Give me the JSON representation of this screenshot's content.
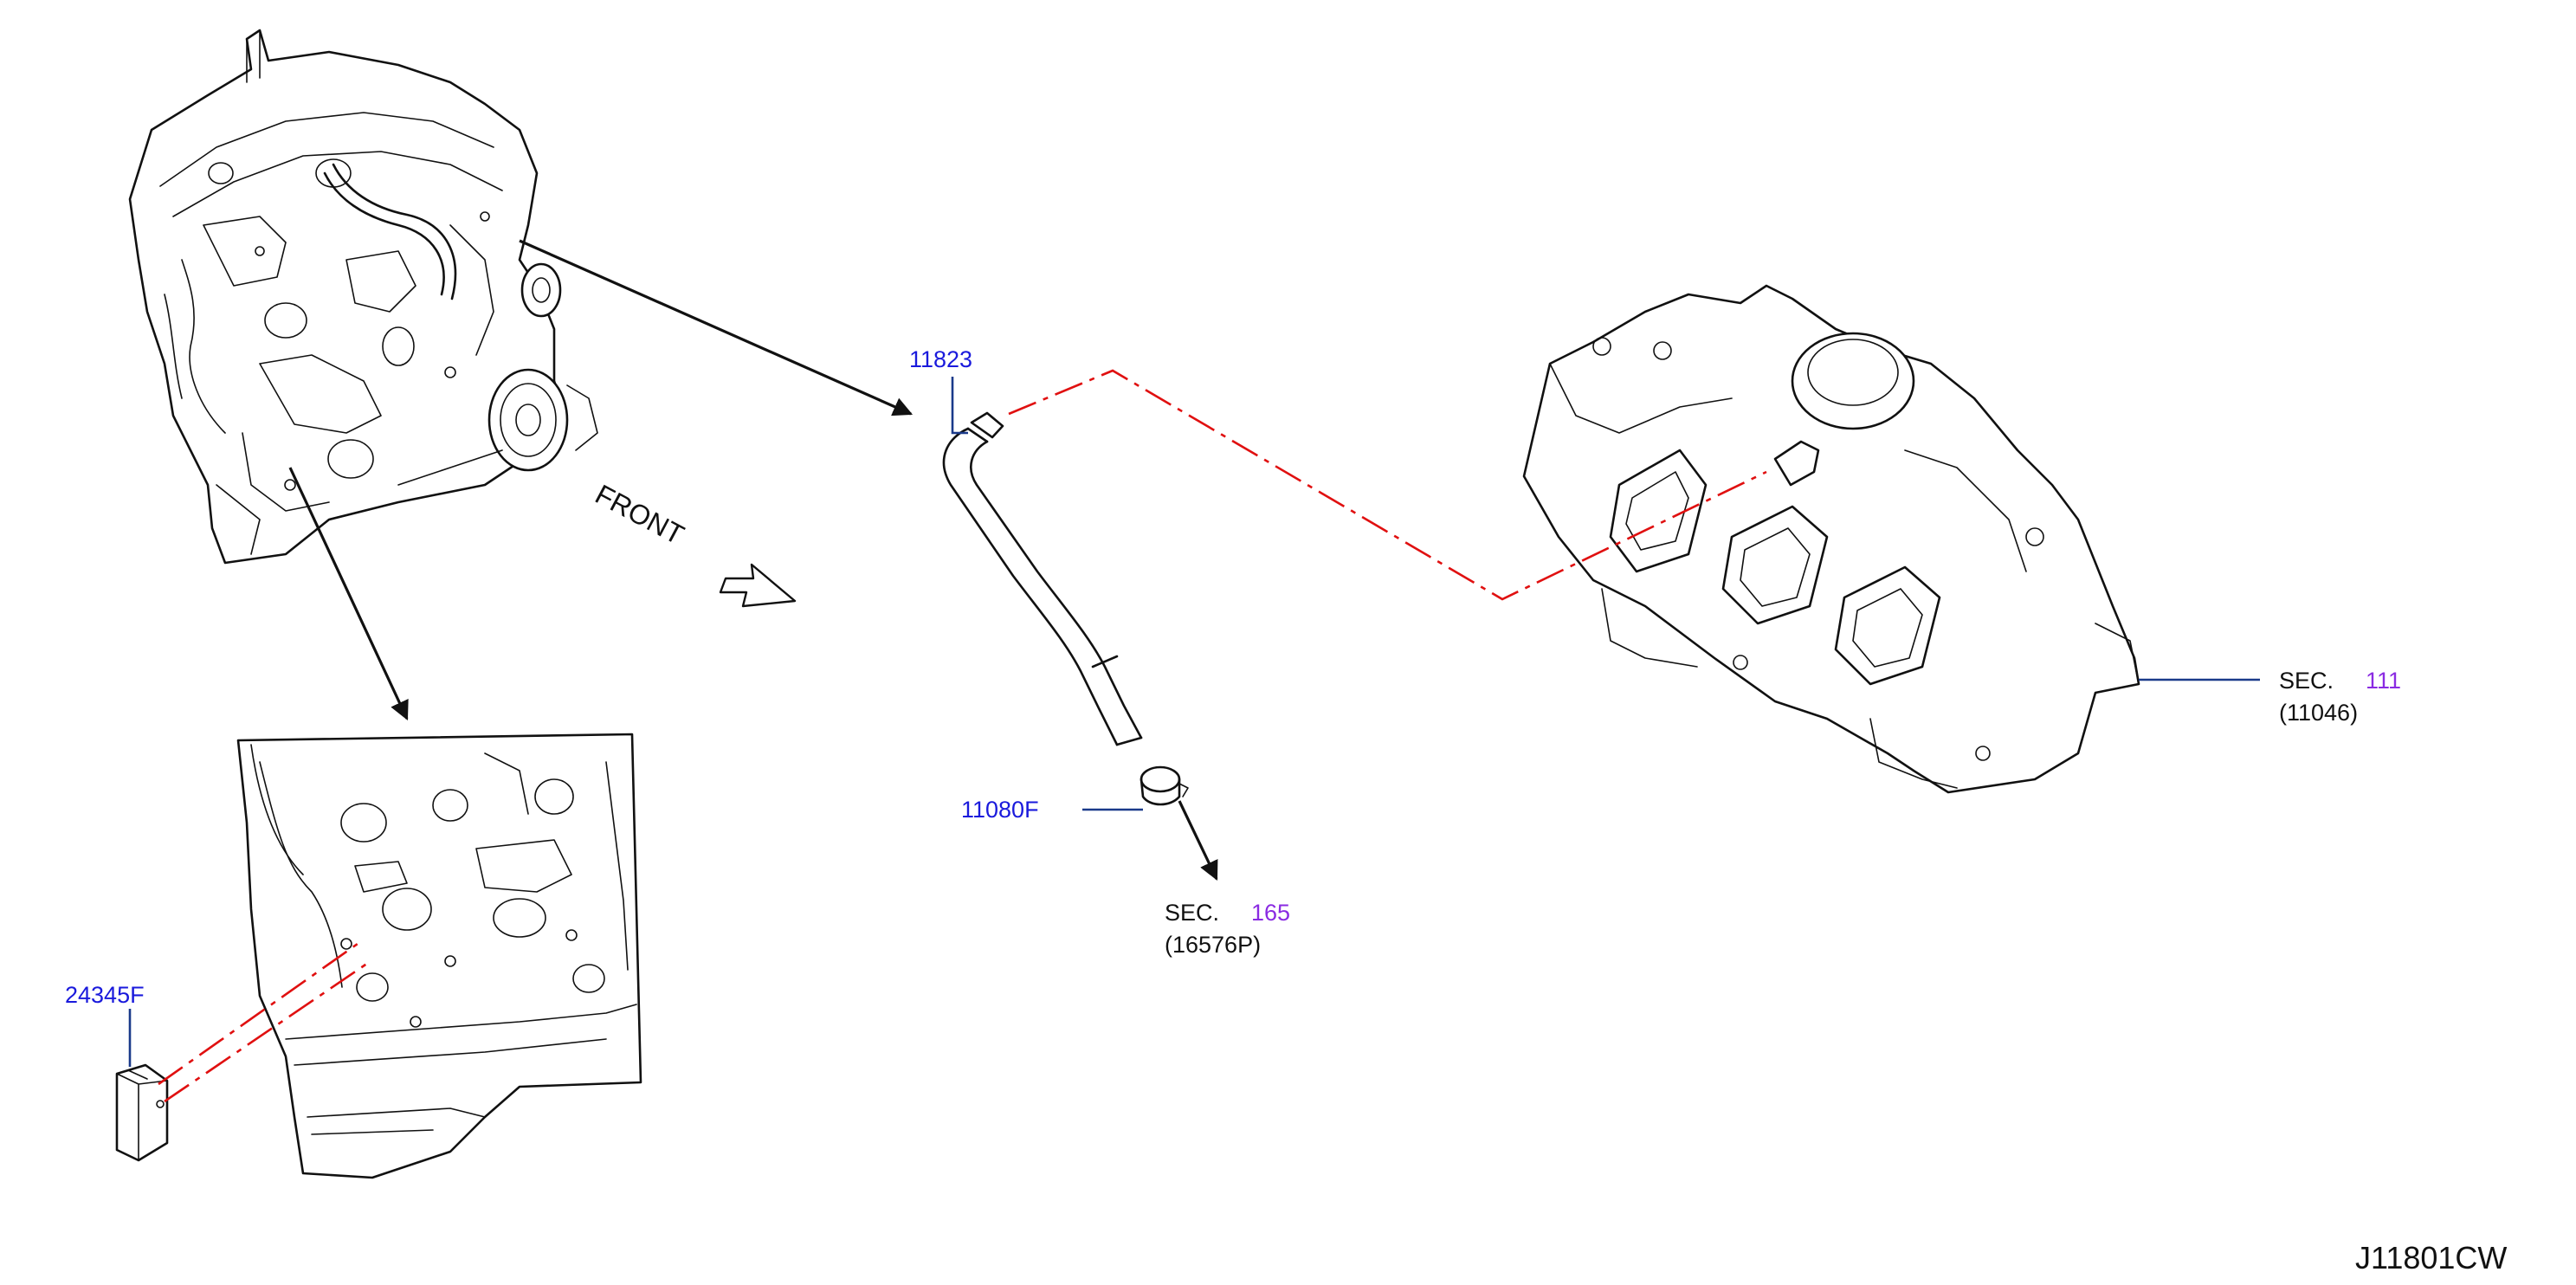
{
  "front_label": "FRONT",
  "drawing_id": "J11801CW",
  "parts": [
    {
      "number": "11823"
    },
    {
      "number": "11080F"
    },
    {
      "number": "24345F"
    }
  ],
  "section_refs": [
    {
      "prefix": "SEC.",
      "number": "165",
      "subref": "(16576P)"
    },
    {
      "prefix": "SEC.",
      "number": "111",
      "subref": "(11046)"
    }
  ],
  "colors": {
    "part_number": "#1a1adc",
    "section_number": "#8a2be2",
    "leader": "#1a3a8a",
    "dash_line": "#e01010",
    "line_art": "#111111"
  }
}
